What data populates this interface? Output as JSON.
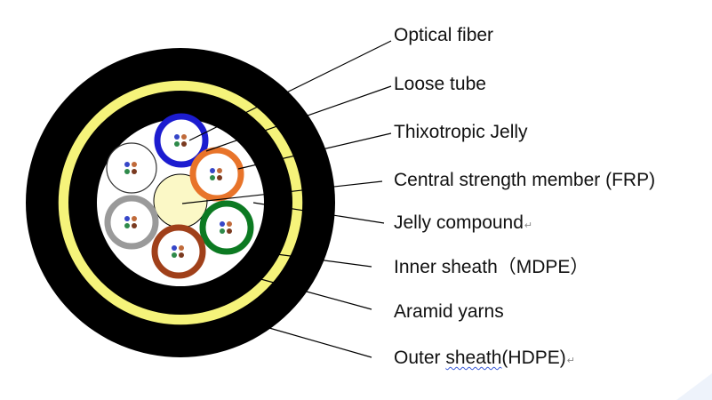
{
  "labels": {
    "optical_fiber": "Optical fiber",
    "loose_tube": "Loose tube",
    "thixotropic_jelly": "Thixotropic Jelly",
    "central_strength_member": "Central strength member (FRP)",
    "jelly_compound": "Jelly compound",
    "inner_sheath": "Inner sheath（MDPE）",
    "aramid_yarns": "Aramid yarns",
    "outer_sheath_a": "Outer ",
    "outer_sheath_b": "sheath",
    "outer_sheath_c": "(HDPE)"
  },
  "marks": {
    "paragraph": "↵"
  },
  "colors": {
    "outer_sheath": "#000000",
    "aramid_yarn_layer": "#f5f37a",
    "inner_sheath": "#000000",
    "jelly_core": "#ffffff",
    "central_strength_member": "#fbf8c6",
    "tube_blue": "#1c1cd0",
    "tube_orange": "#e8742a",
    "tube_green": "#0c7a22",
    "tube_brown": "#a0401a",
    "tube_gray": "#9a9a9a",
    "tube_white": "#ffffff",
    "fiber_blue": "#3646c8",
    "fiber_orange": "#c06a3a",
    "fiber_green": "#2e8a4a",
    "fiber_brown": "#7a3a20"
  }
}
